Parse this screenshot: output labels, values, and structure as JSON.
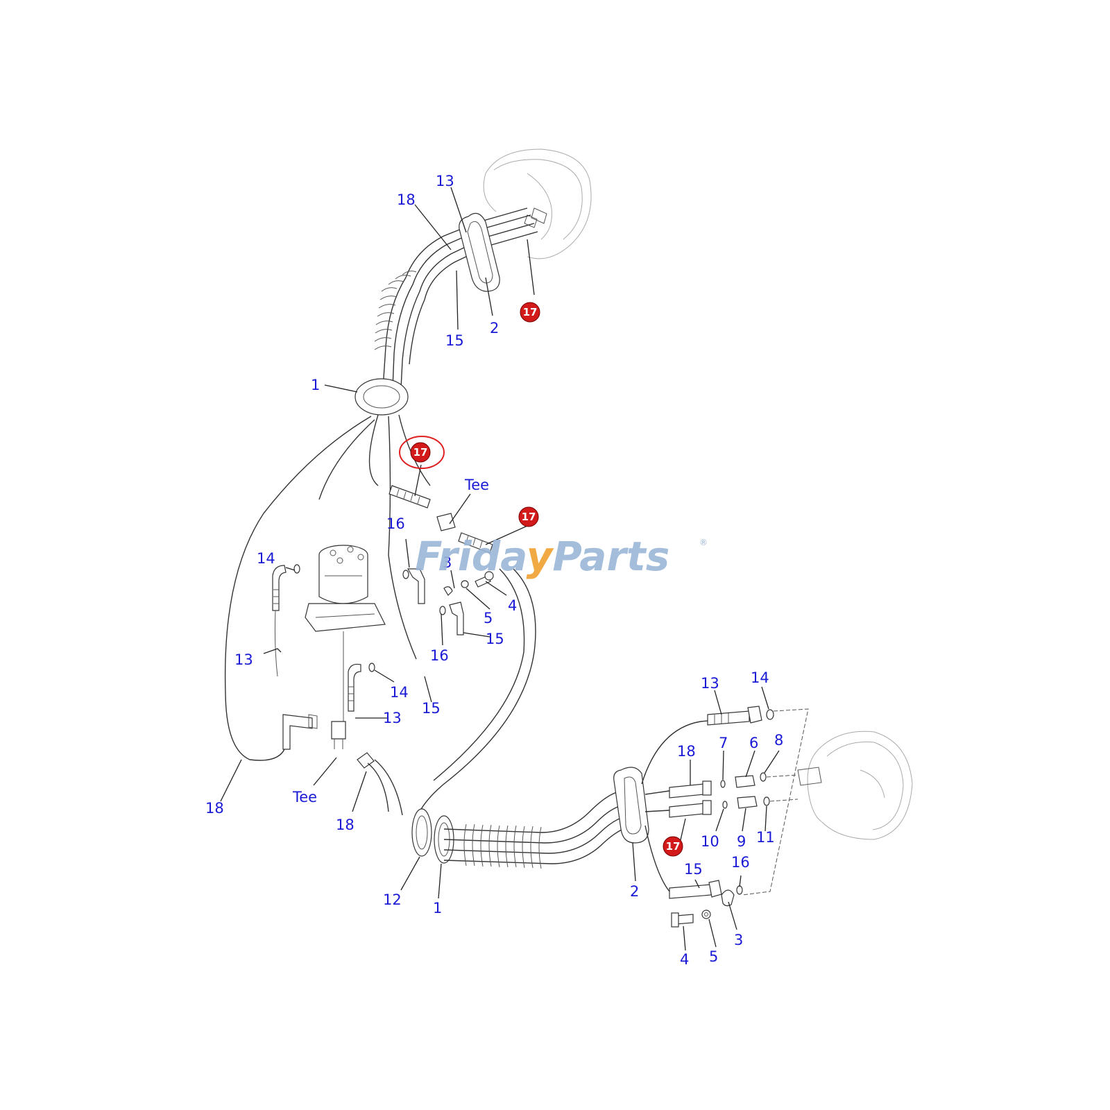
{
  "watermark": {
    "brand_part1": "Frida",
    "brand_accent": "y",
    "brand_part2": "Parts",
    "registered": "®",
    "colors": {
      "main": "#9ab6d8",
      "accent": "#f0a030"
    }
  },
  "callouts": {
    "c1": "13",
    "c2": "18",
    "c3": "15",
    "c4": "2",
    "c5": "1",
    "c6": "Tee",
    "c7": "16",
    "c8": "14",
    "c9": "3",
    "c10": "4",
    "c11": "5",
    "c12": "15",
    "c13": "16",
    "c14": "13",
    "c15": "14",
    "c16": "15",
    "c17": "13",
    "c18": "18",
    "c19": "Tee",
    "c20": "18",
    "c21": "12",
    "c22": "1",
    "c23": "2",
    "c24": "13",
    "c25": "14",
    "c26": "18",
    "c27": "7",
    "c28": "6",
    "c29": "8",
    "c30": "10",
    "c31": "9",
    "c32": "11",
    "c33": "15",
    "c34": "16",
    "c35": "4",
    "c36": "5",
    "c37": "3"
  },
  "badges": {
    "label": "17",
    "color": "#d21a1a",
    "highlight_ring_color": "#e02020"
  }
}
